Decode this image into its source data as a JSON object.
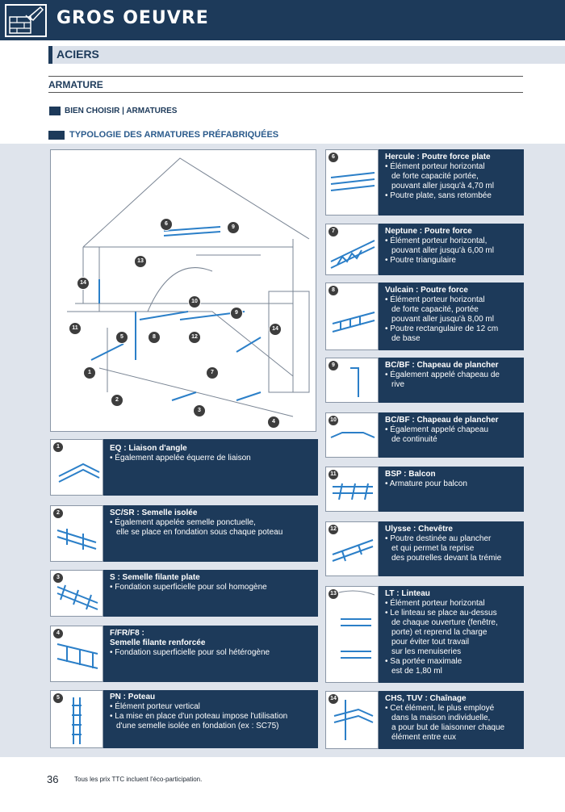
{
  "header": {
    "title": "GROS OEUVRE",
    "icon": "trowel-wall-icon"
  },
  "section": {
    "title": "ACIERS"
  },
  "subsection": {
    "title": "ARMATURE"
  },
  "bullet": {
    "title": "BIEN CHOISIR | ARMATURES"
  },
  "typology": {
    "title": "TYPOLOGIE DES ARMATURES PRÉFABRIQUÉES"
  },
  "house_labels": [
    "6",
    "9",
    "13",
    "14",
    "10",
    "9",
    "11",
    "5",
    "8",
    "12",
    "14",
    "1",
    "7",
    "2",
    "3",
    "4"
  ],
  "cards_left": [
    {
      "num": "1",
      "title": "EQ : Liaison d'angle",
      "lines": [
        "• Également appelée équerre de liaison"
      ]
    },
    {
      "num": "2",
      "title": "SC/SR : Semelle isolée",
      "lines": [
        "• Également appelée semelle ponctuelle,",
        "elle se place en fondation sous chaque poteau"
      ]
    },
    {
      "num": "3",
      "title": "S : Semelle filante plate",
      "lines": [
        "• Fondation superficielle pour sol homogène"
      ]
    },
    {
      "num": "4",
      "title": "F/FR/F8 :",
      "title2": "Semelle filante renforcée",
      "lines": [
        "• Fondation superficielle pour sol hétérogène"
      ]
    },
    {
      "num": "5",
      "title": "PN : Poteau",
      "lines": [
        "• Élément porteur vertical",
        "• La mise en place d'un poteau impose l'utilisation",
        "d'une semelle isolée en fondation (ex : SC75)"
      ]
    }
  ],
  "cards_right": [
    {
      "num": "6",
      "title": "Hercule : Poutre force plate",
      "lines": [
        "• Élément porteur horizontal",
        "de forte capacité portée,",
        "pouvant aller jusqu'à 4,70 ml",
        "• Poutre plate, sans retombée"
      ]
    },
    {
      "num": "7",
      "title": "Neptune : Poutre force",
      "lines": [
        "• Élément porteur horizontal,",
        "pouvant aller jusqu'à 6,00 ml",
        "• Poutre triangulaire"
      ]
    },
    {
      "num": "8",
      "title": "Vulcain : Poutre force",
      "lines": [
        "• Élément porteur horizontal",
        "de forte capacité, portée",
        "pouvant aller jusqu'à 8,00 ml",
        "• Poutre rectangulaire de 12 cm",
        "de base"
      ]
    },
    {
      "num": "9",
      "title": "BC/BF : Chapeau de plancher",
      "lines": [
        "• Également appelé chapeau de",
        "rive"
      ]
    },
    {
      "num": "10",
      "title": "BC/BF : Chapeau de plancher",
      "lines": [
        "• Également appelé chapeau",
        "de continuité"
      ]
    },
    {
      "num": "11",
      "title": "BSP : Balcon",
      "lines": [
        "• Armature pour balcon"
      ]
    },
    {
      "num": "12",
      "title": "Ulysse : Chevêtre",
      "lines": [
        "• Poutre destinée au plancher",
        "et qui permet la reprise",
        "des poutrelles devant la trémie"
      ]
    },
    {
      "num": "13",
      "title": "LT : Linteau",
      "lines": [
        "• Élément porteur horizontal",
        "• Le linteau se place au-dessus",
        "de chaque ouverture (fenêtre,",
        "porte) et reprend la charge",
        "pour éviter tout travail",
        "sur les menuiseries",
        "• Sa portée maximale",
        "est de 1,80 ml"
      ]
    },
    {
      "num": "14",
      "title": "CHS, TUV : Chaînage",
      "lines": [
        "• Cet élément, le plus employé",
        "dans la maison individuelle,",
        "a pour but de liaisonner chaque",
        "élément entre eux"
      ]
    }
  ],
  "footer": {
    "page": "36",
    "note": "Tous les prix TTC incluent l'éco-participation."
  }
}
